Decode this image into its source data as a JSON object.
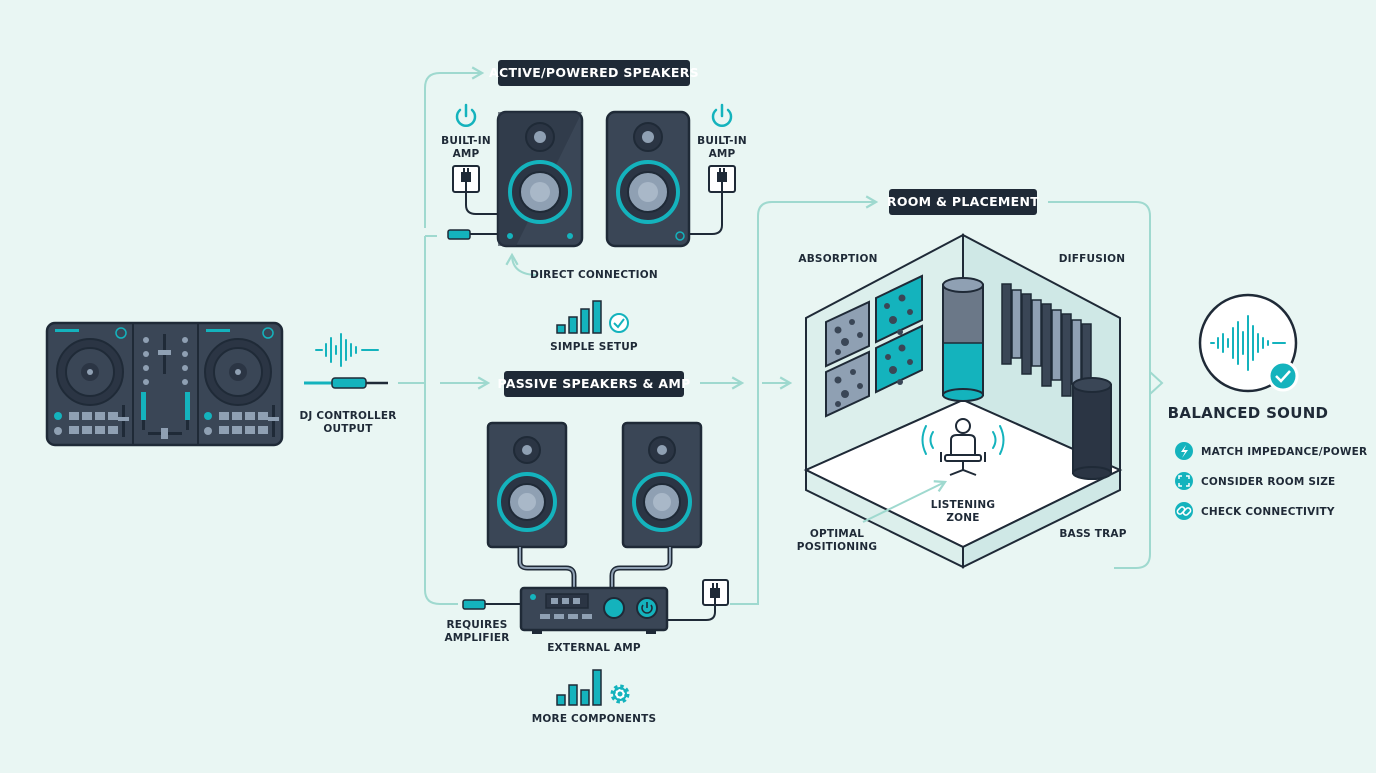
{
  "controller": {
    "label_line1": "DJ CONTROLLER",
    "label_line2": "OUTPUT"
  },
  "active": {
    "title": "ACTIVE/POWERED SPEAKERS",
    "builtin_left_1": "BUILT-IN",
    "builtin_left_2": "AMP",
    "builtin_right_1": "BUILT-IN",
    "builtin_right_2": "AMP",
    "direct": "DIRECT CONNECTION",
    "simple": "SIMPLE SETUP"
  },
  "passive": {
    "title": "PASSIVE SPEAKERS & AMP",
    "requires_1": "REQUIRES",
    "requires_2": "AMPLIFIER",
    "external": "EXTERNAL AMP",
    "more": "MORE COMPONENTS"
  },
  "room": {
    "title": "ROOM & PLACEMENT",
    "absorption": "ABSORPTION",
    "diffusion": "DIFFUSION",
    "listening_1": "LISTENING",
    "listening_2": "ZONE",
    "optimal_1": "OPTIMAL",
    "optimal_2": "POSITIONING",
    "bass": "BASS TRAP"
  },
  "result": {
    "title": "BALANCED SOUND",
    "checklist": [
      {
        "label": "MATCH IMPEDANCE/POWER",
        "icon": "lightning-icon"
      },
      {
        "label": "CONSIDER ROOM SIZE",
        "icon": "expand-icon"
      },
      {
        "label": "CHECK CONNECTIVITY",
        "icon": "link-icon"
      }
    ]
  },
  "colors": {
    "dark": "#1f2a37",
    "slate": "#3a4656",
    "teal": "#14b3bd",
    "flow": "#9fd9cf",
    "background": "#e9f6f3"
  }
}
